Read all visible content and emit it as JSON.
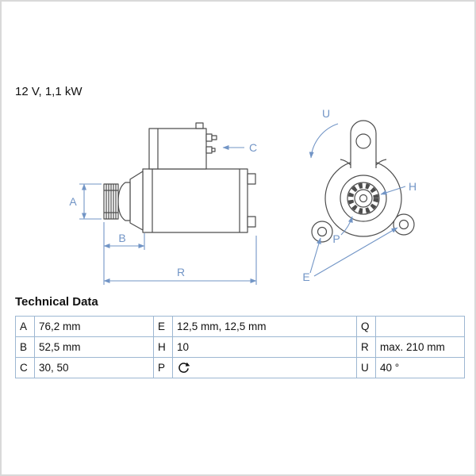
{
  "header": {
    "spec": "12 V, 1,1 kW"
  },
  "diagram": {
    "annotation_color": "#7295c6",
    "line_color": "#4d4d4d",
    "labels": {
      "A": "A",
      "B": "B",
      "C": "C",
      "R": "R",
      "U": "U",
      "H": "H",
      "P": "P",
      "E": "E"
    }
  },
  "technical_data": {
    "title": "Technical Data",
    "rows": [
      [
        {
          "key": "A",
          "value": "76,2 mm"
        },
        {
          "key": "E",
          "value": "12,5 mm, 12,5 mm"
        },
        {
          "key": "Q",
          "value": ""
        }
      ],
      [
        {
          "key": "B",
          "value": "52,5 mm"
        },
        {
          "key": "H",
          "value": "10"
        },
        {
          "key": "R",
          "value": "max. 210 mm"
        }
      ],
      [
        {
          "key": "C",
          "value": "30, 50"
        },
        {
          "key": "P",
          "value": "",
          "icon": "rotation-direction-icon"
        },
        {
          "key": "U",
          "value": "40 °"
        }
      ]
    ]
  }
}
